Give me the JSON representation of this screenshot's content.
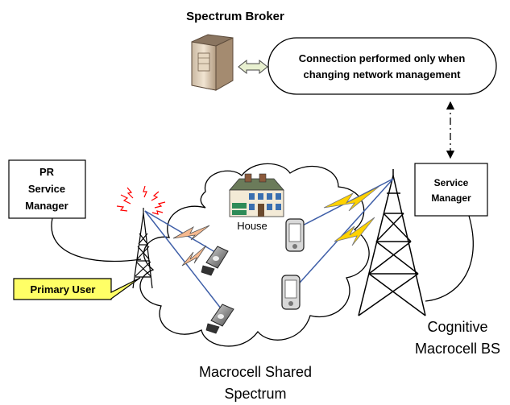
{
  "broker": {
    "title": "Spectrum Broker"
  },
  "connection_note": {
    "line1": "Connection performed only when",
    "line2": "changing network management"
  },
  "pr_service_manager": {
    "line1": "PR",
    "line2": "Service",
    "line3": "Manager"
  },
  "service_manager": {
    "line1": "Service",
    "line2": "Manager"
  },
  "primary_user": {
    "label": "Primary User",
    "fill": "#ffff66"
  },
  "house": {
    "label": "House"
  },
  "cognitive_bs": {
    "line1": "Cognitive",
    "line2": "Macrocell BS"
  },
  "shared_spectrum": {
    "line1": "Macrocell Shared",
    "line2": "Spectrum"
  },
  "colors": {
    "link": "#3f5fa8",
    "bolt_yellow": "#ffd200",
    "bolt_peach": "#f6b98f",
    "signal_red": "#ff0000"
  }
}
